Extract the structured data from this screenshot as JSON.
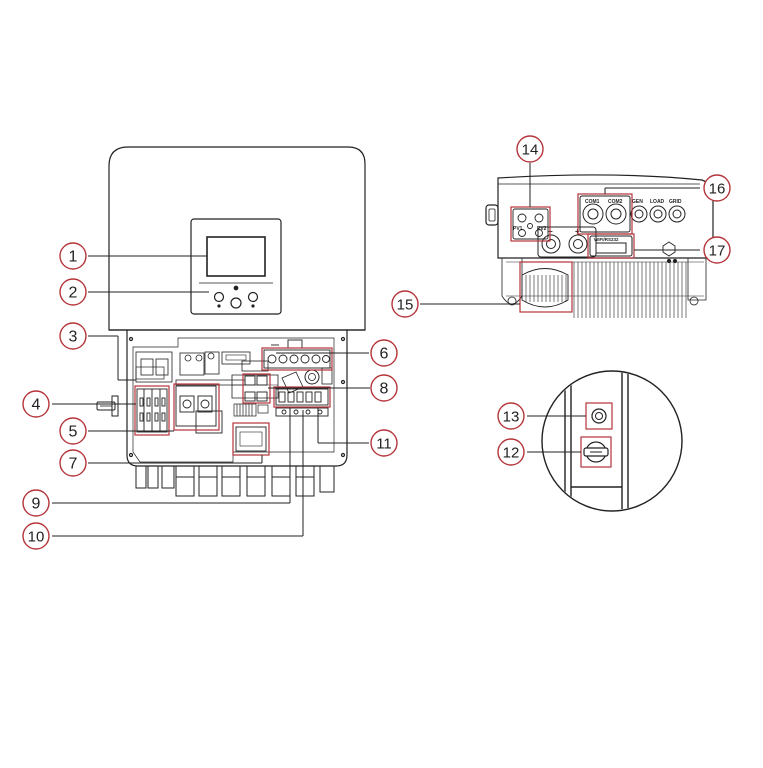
{
  "callouts": [
    {
      "label": "1"
    },
    {
      "label": "2"
    },
    {
      "label": "3"
    },
    {
      "label": "4"
    },
    {
      "label": "5"
    },
    {
      "label": "6"
    },
    {
      "label": "7"
    },
    {
      "label": "8"
    },
    {
      "label": "9"
    },
    {
      "label": "10"
    },
    {
      "label": "11"
    },
    {
      "label": "12"
    },
    {
      "label": "13"
    },
    {
      "label": "14"
    },
    {
      "label": "15"
    },
    {
      "label": "16"
    },
    {
      "label": "17"
    }
  ],
  "bottom_view": {
    "ports": [
      "COM1",
      "COM2",
      "GEN",
      "LOAD",
      "GRID"
    ],
    "pv_labels": [
      "PV1",
      "PV2"
    ],
    "wifi_label": "WIFI/RS232",
    "minus": "−",
    "plus": "+"
  },
  "colors": {
    "callout": "#b5343a",
    "line": "#222222"
  }
}
